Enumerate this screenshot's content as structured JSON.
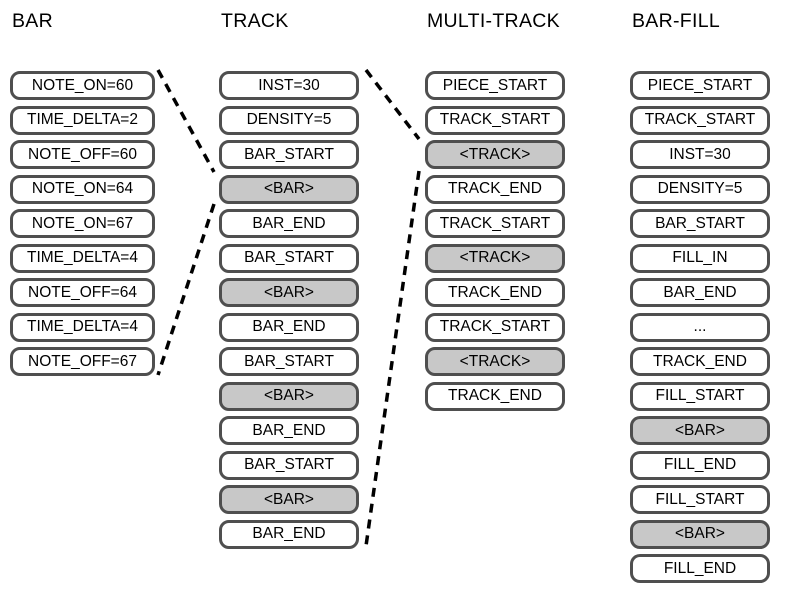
{
  "figure": {
    "columns": [
      {
        "title": "BAR",
        "tokens": [
          {
            "label": "NOTE_ON=60",
            "highlight": false
          },
          {
            "label": "TIME_DELTA=2",
            "highlight": false
          },
          {
            "label": "NOTE_OFF=60",
            "highlight": false
          },
          {
            "label": "NOTE_ON=64",
            "highlight": false
          },
          {
            "label": "NOTE_ON=67",
            "highlight": false
          },
          {
            "label": "TIME_DELTA=4",
            "highlight": false
          },
          {
            "label": "NOTE_OFF=64",
            "highlight": false
          },
          {
            "label": "TIME_DELTA=4",
            "highlight": false
          },
          {
            "label": "NOTE_OFF=67",
            "highlight": false
          }
        ]
      },
      {
        "title": "TRACK",
        "tokens": [
          {
            "label": "INST=30",
            "highlight": false
          },
          {
            "label": "DENSITY=5",
            "highlight": false
          },
          {
            "label": "BAR_START",
            "highlight": false
          },
          {
            "label": "<BAR>",
            "highlight": true
          },
          {
            "label": "BAR_END",
            "highlight": false
          },
          {
            "label": "BAR_START",
            "highlight": false
          },
          {
            "label": "<BAR>",
            "highlight": true
          },
          {
            "label": "BAR_END",
            "highlight": false
          },
          {
            "label": "BAR_START",
            "highlight": false
          },
          {
            "label": "<BAR>",
            "highlight": true
          },
          {
            "label": "BAR_END",
            "highlight": false
          },
          {
            "label": "BAR_START",
            "highlight": false
          },
          {
            "label": "<BAR>",
            "highlight": true
          },
          {
            "label": "BAR_END",
            "highlight": false
          }
        ]
      },
      {
        "title": "MULTI-TRACK",
        "tokens": [
          {
            "label": "PIECE_START",
            "highlight": false
          },
          {
            "label": "TRACK_START",
            "highlight": false
          },
          {
            "label": "<TRACK>",
            "highlight": true
          },
          {
            "label": "TRACK_END",
            "highlight": false
          },
          {
            "label": "TRACK_START",
            "highlight": false
          },
          {
            "label": "<TRACK>",
            "highlight": true
          },
          {
            "label": "TRACK_END",
            "highlight": false
          },
          {
            "label": "TRACK_START",
            "highlight": false
          },
          {
            "label": "<TRACK>",
            "highlight": true
          },
          {
            "label": "TRACK_END",
            "highlight": false
          }
        ]
      },
      {
        "title": "BAR-FILL",
        "tokens": [
          {
            "label": "PIECE_START",
            "highlight": false
          },
          {
            "label": "TRACK_START",
            "highlight": false
          },
          {
            "label": "INST=30",
            "highlight": false
          },
          {
            "label": "DENSITY=5",
            "highlight": false
          },
          {
            "label": "BAR_START",
            "highlight": false
          },
          {
            "label": "FILL_IN",
            "highlight": false
          },
          {
            "label": "BAR_END",
            "highlight": false
          },
          {
            "label": "...",
            "highlight": false
          },
          {
            "label": "TRACK_END",
            "highlight": false
          },
          {
            "label": "FILL_START",
            "highlight": false
          },
          {
            "label": "<BAR>",
            "highlight": true
          },
          {
            "label": "FILL_END",
            "highlight": false
          },
          {
            "label": "FILL_START",
            "highlight": false
          },
          {
            "label": "<BAR>",
            "highlight": true
          },
          {
            "label": "FILL_END",
            "highlight": false
          }
        ]
      }
    ]
  },
  "colors": {
    "background": "#ffffff",
    "box_border": "#4f4f4f",
    "box_fill": "#ffffff",
    "highlight_fill": "#c8c8c8",
    "text": "#000000",
    "connector": "#000000"
  }
}
